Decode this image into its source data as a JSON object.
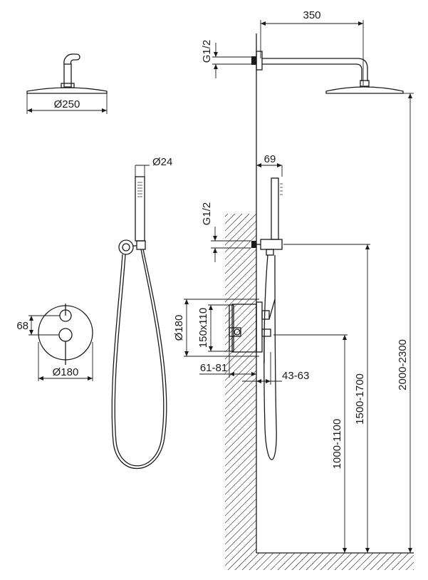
{
  "dimensions": {
    "head_arm_length": "350",
    "head_thread_top": "G1/2",
    "head_diameter": "Ø250",
    "hand_shower_diameter": "Ø24",
    "bracket_offset": "69",
    "outlet_thread": "G1/2",
    "mixer_diameter_side": "Ø180",
    "box_size": "150x110",
    "box_depth": "61-81",
    "trim_projection": "43-63",
    "plate_handle_offset": "68",
    "mixer_plate_diameter": "Ø180",
    "mixer_height": "1000-1100",
    "outlet_height": "1500-1700",
    "head_height": "2000-2300"
  }
}
